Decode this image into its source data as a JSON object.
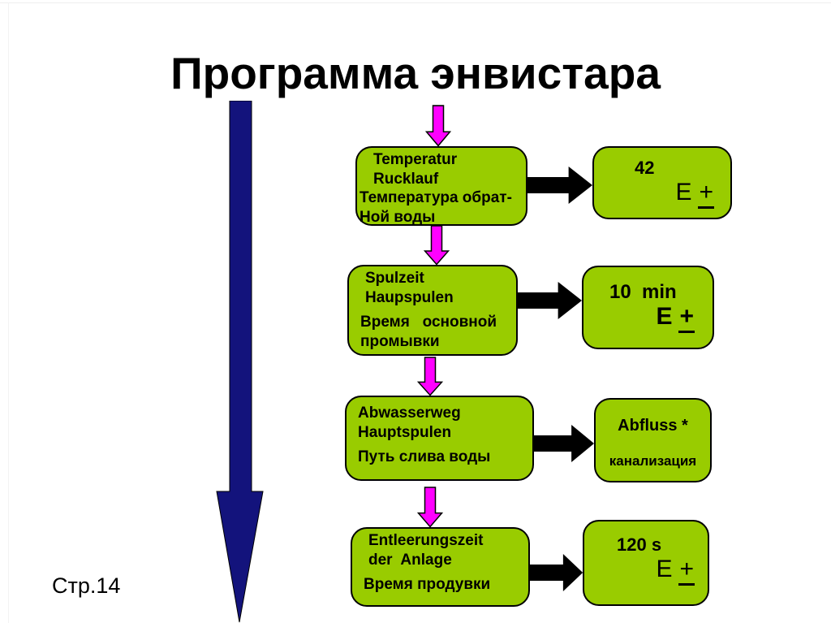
{
  "slide": {
    "title": "Программа энвистара",
    "page_label": "Стр.14"
  },
  "colors": {
    "box_green": "#99CC00",
    "arrow_magenta": "#FF00FF",
    "arrow_blue": "#13137C",
    "arrow_black": "#000000",
    "border_black": "#000000",
    "background": "#FFFFFF"
  },
  "flow": {
    "steps": [
      {
        "box": {
          "lines": [
            "Temperatur",
            "Rucklauf",
            "Температура обрат-",
            "Ной воды"
          ]
        },
        "result": {
          "value": "42",
          "e": "E",
          "plus": "+"
        }
      },
      {
        "box": {
          "lines": [
            "Spulzeit",
            "Haupspulen",
            "Время   основной",
            "промывки"
          ]
        },
        "result": {
          "value": "10  min",
          "e": "E",
          "plus": "+"
        }
      },
      {
        "box": {
          "lines": [
            "Abwasserweg",
            "Hauptspulen",
            "Путь слива воды"
          ]
        },
        "result": {
          "line1": "Abfluss *",
          "line2": "канализация"
        }
      },
      {
        "box": {
          "lines": [
            "Entleerungszeit",
            "der  Anlage",
            "Время продувки"
          ]
        },
        "result": {
          "value": "120 s",
          "e": "E",
          "plus": "+"
        }
      }
    ]
  }
}
